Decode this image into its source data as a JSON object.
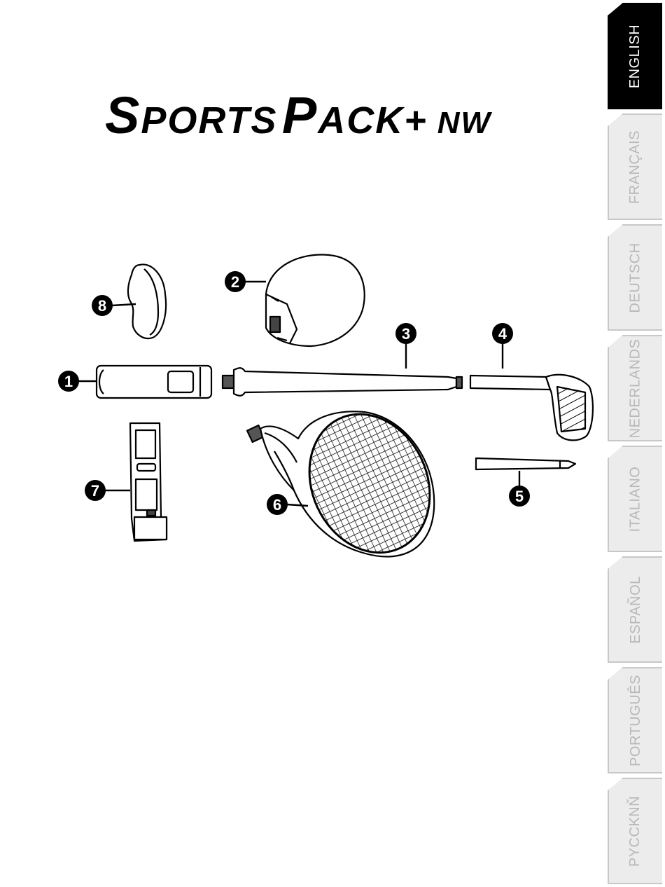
{
  "title": {
    "first_initial": "S",
    "first_rest": "ports",
    "second_initial": "P",
    "second_rest": "ack+",
    "suffix": "nw"
  },
  "language_tabs": [
    {
      "label": "ENGLISH",
      "active": true
    },
    {
      "label": "FRANÇAIS",
      "active": false
    },
    {
      "label": "DEUTSCH",
      "active": false
    },
    {
      "label": "NEDERLANDS",
      "active": false
    },
    {
      "label": "ITALIANO",
      "active": false
    },
    {
      "label": "ESPAÑOL",
      "active": false
    },
    {
      "label": "PORTUGUÊS",
      "active": false
    },
    {
      "label": "PYCCKNŇ",
      "active": false
    }
  ],
  "callouts": [
    "1",
    "2",
    "3",
    "4",
    "5",
    "6",
    "7",
    "8"
  ]
}
